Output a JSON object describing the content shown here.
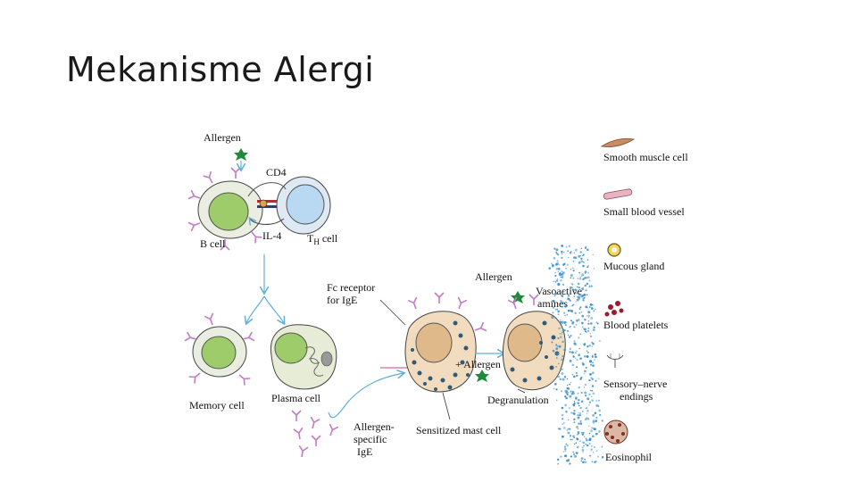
{
  "slide": {
    "title": "Mekanisme Alergi"
  },
  "figure": {
    "labels": {
      "allergen_top": "Allergen",
      "cd4": "CD4",
      "il4": "IL-4",
      "b_cell": "B cell",
      "th_cell_t": "T",
      "th_cell_h": "H",
      "th_cell_rest": " cell",
      "fc_receptor_1": "Fc receptor",
      "fc_receptor_2": "for IgE",
      "allergen_mast": "Allergen",
      "vasoactive_1": "Vasoactive",
      "vasoactive_2": "amines",
      "plus_allergen": "+ Allergen",
      "memory_cell": "Memory cell",
      "plasma_cell": "Plasma cell",
      "degranulation": "Degranulation",
      "sensitized_mast_cell": "Sensitized mast cell",
      "allergen_specific_1": "Allergen-",
      "allergen_specific_2": "specific",
      "allergen_specific_3": "IgE"
    },
    "legend": [
      {
        "label": "Smooth muscle cell",
        "icon": "smooth-muscle-cell-icon"
      },
      {
        "label": "Small blood vessel",
        "icon": "blood-vessel-icon"
      },
      {
        "label": "Mucous gland",
        "icon": "mucous-gland-icon"
      },
      {
        "label": "Blood platelets",
        "icon": "blood-platelets-icon"
      },
      {
        "label": "Sensory–nerve",
        "label2": "endings",
        "icon": "nerve-endings-icon"
      },
      {
        "label": "Eosinophil",
        "icon": "eosinophil-icon"
      }
    ],
    "colors": {
      "b_cell_nucleus": "#9fcc6b",
      "cell_body": "#e9eee0",
      "th_cell": "#b9d8f2",
      "mast_cell": "#f2dcc0",
      "granule": "#2f5b78",
      "arrow": "#5fb0d6",
      "antibody": "#c27bc4",
      "allergen": "#1e8a3a",
      "amines": "#3a8fcb"
    }
  }
}
